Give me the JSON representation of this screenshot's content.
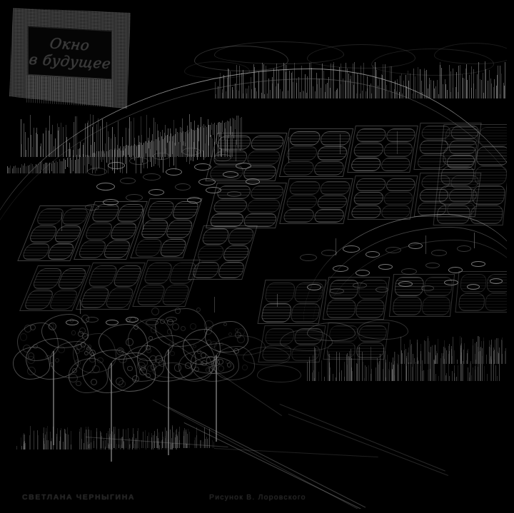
{
  "artwork": {
    "title_plate": {
      "line1": "Окно",
      "line2": "в будущее"
    },
    "captions": {
      "author": "СВЕТЛАНА ЧЕРНЫГИНА",
      "illustrator": "Рисунок В. Лоровского"
    },
    "colors": {
      "background": "#000000",
      "line_light": "#aaaaaa",
      "line_mid": "#7a7a7a",
      "line_dim": "#3a3a3a",
      "caption_text": "#242424"
    },
    "scene": {
      "description": "Futuristic city illustration, inverted halftone scan",
      "elements": [
        "title-plate",
        "sky-clouds",
        "distant-skyline",
        "elevated-curved-roadway",
        "oval-vehicle-pods",
        "city-building-grid",
        "secondary-roadway",
        "foreground-trees",
        "foreground-shrubs"
      ]
    }
  }
}
